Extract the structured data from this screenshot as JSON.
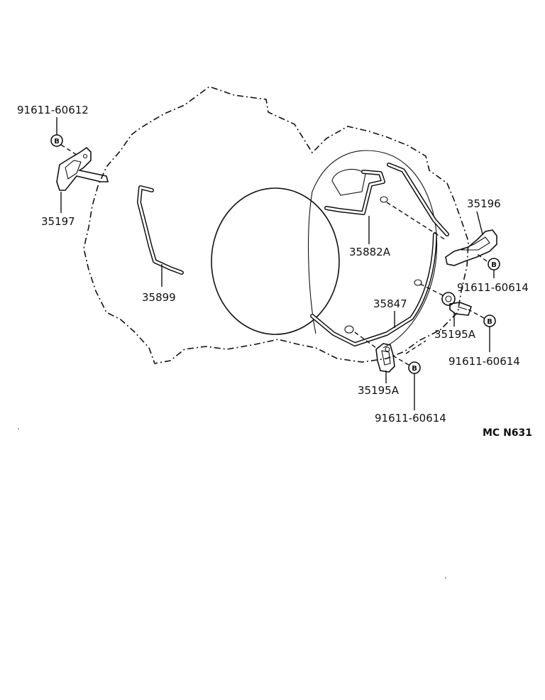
{
  "parts": {
    "p35197": "35197",
    "p35899": "35899",
    "p35882A": "35882A",
    "p35196": "35196",
    "p35847": "35847",
    "p35195A_right": "35195A",
    "p35195A_bottom": "35195A"
  },
  "bolts": {
    "b1": "91611-60612",
    "b2": "91611-60614",
    "b3": "91611-60614",
    "b4": "91611-60614"
  },
  "bolt_marker": "B",
  "diagram_code": "MC N631"
}
